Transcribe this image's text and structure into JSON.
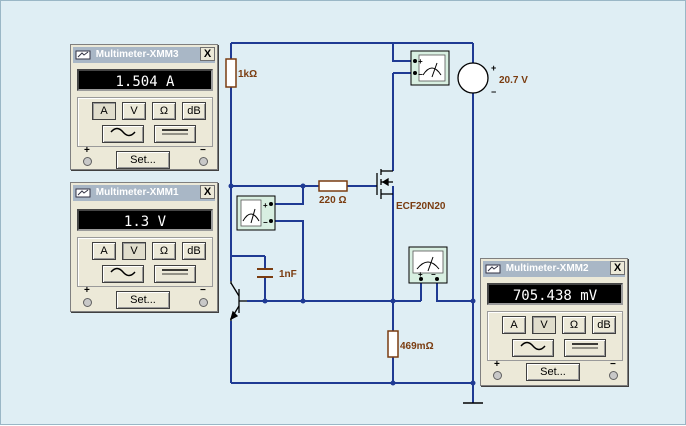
{
  "multimeters": [
    {
      "id": "xmm3",
      "title": "Multimeter-XMM3",
      "reading": "1.504 A",
      "mode_buttons": [
        "A",
        "V",
        "Ω",
        "dB"
      ],
      "active_mode": "A",
      "set_label": "Set...",
      "plus": "+",
      "minus": "−"
    },
    {
      "id": "xmm1",
      "title": "Multimeter-XMM1",
      "reading": "1.3 V",
      "mode_buttons": [
        "A",
        "V",
        "Ω",
        "dB"
      ],
      "active_mode": "V",
      "set_label": "Set...",
      "plus": "+",
      "minus": "−"
    },
    {
      "id": "xmm2",
      "title": "Multimeter-XMM2",
      "reading": "705.438 mV",
      "mode_buttons": [
        "A",
        "V",
        "Ω",
        "dB"
      ],
      "active_mode": "V",
      "set_label": "Set...",
      "plus": "+",
      "minus": "−"
    }
  ],
  "close_glyph": "X",
  "schematic": {
    "r_top": "1kΩ",
    "r_gate": "220 Ω",
    "mosfet": "ECF20N20",
    "cap": "1nF",
    "r_source": "469mΩ",
    "supply": "20.7 V"
  },
  "colors": {
    "wire": "#1f3a93",
    "label": "#7a3c10",
    "title_bar": "#a9b7c6",
    "display_bg": "#000000"
  }
}
